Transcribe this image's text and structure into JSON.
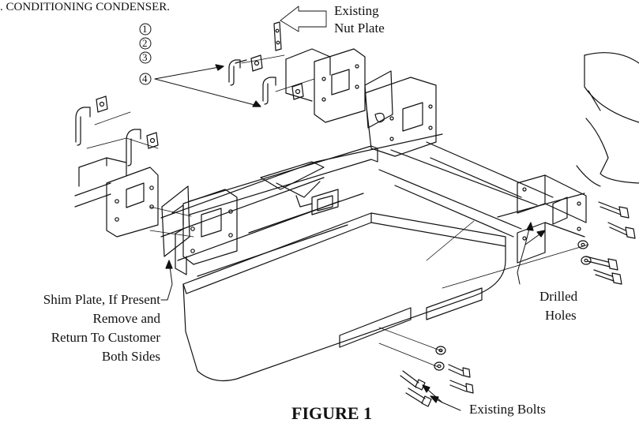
{
  "header": {
    "caption": ". CONDITIONING CONDENSER."
  },
  "callouts": [
    {
      "id": "callout-1",
      "text": "1"
    },
    {
      "id": "callout-2",
      "text": "2"
    },
    {
      "id": "callout-3",
      "text": "3"
    },
    {
      "id": "callout-4",
      "text": "4"
    }
  ],
  "labels": {
    "existing_nut_plate_line1": "Existing",
    "existing_nut_plate_line2": "Nut Plate",
    "shim_line1": "Shim Plate, If Present",
    "shim_line2": "Remove and",
    "shim_line3": "Return To Customer",
    "shim_line4": "Both Sides",
    "drilled_line1": "Drilled",
    "drilled_line2": "Holes",
    "existing_bolts": "Existing Bolts"
  },
  "figure_title": "FIGURE 1"
}
